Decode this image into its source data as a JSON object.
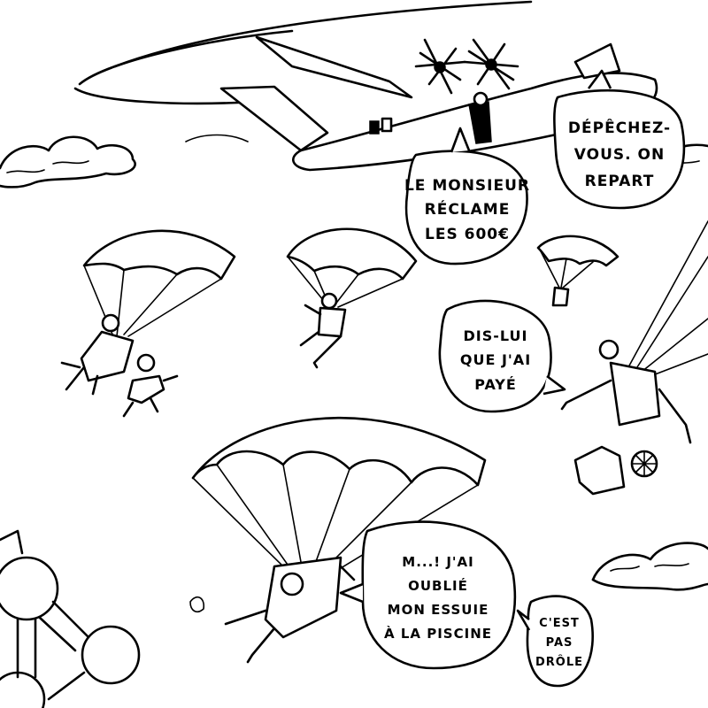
{
  "bubbles": {
    "monsieur": [
      "LE MONSIEUR",
      "RÉCLAME",
      "LES 600€"
    ],
    "depechez": [
      "DÉPÊCHEZ-",
      "VOUS. ON",
      "REPART"
    ],
    "disLui": [
      "DIS-LUI",
      "QUE J'AI",
      "PAYÉ"
    ],
    "merde": [
      "M...! J'AI",
      "OUBLIÉ",
      "MON ESSUIE",
      "À LA PISCINE"
    ],
    "pasDrole": [
      "C'EST",
      "PAS",
      "DRÔLE"
    ]
  }
}
